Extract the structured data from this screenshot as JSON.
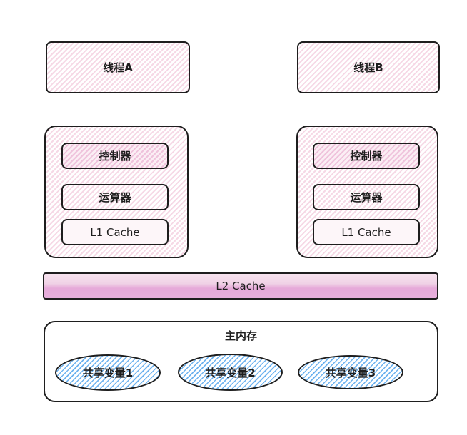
{
  "threads": [
    {
      "label": "线程A"
    },
    {
      "label": "线程B"
    }
  ],
  "cpus": [
    {
      "controller": "控制器",
      "alu": "运算器",
      "l1": "L1 Cache"
    },
    {
      "controller": "控制器",
      "alu": "运算器",
      "l1": "L1 Cache"
    }
  ],
  "l2": {
    "label": "L2 Cache"
  },
  "main_memory": {
    "title": "主内存",
    "variables": [
      "共享变量1",
      "共享变量2",
      "共享变量3"
    ]
  },
  "colors": {
    "pink_hatch": "#f6d9e6",
    "l2_fill": "#e6a9d9",
    "blue_hatch": "#6fb3ef",
    "stroke": "#1e1e1e"
  }
}
